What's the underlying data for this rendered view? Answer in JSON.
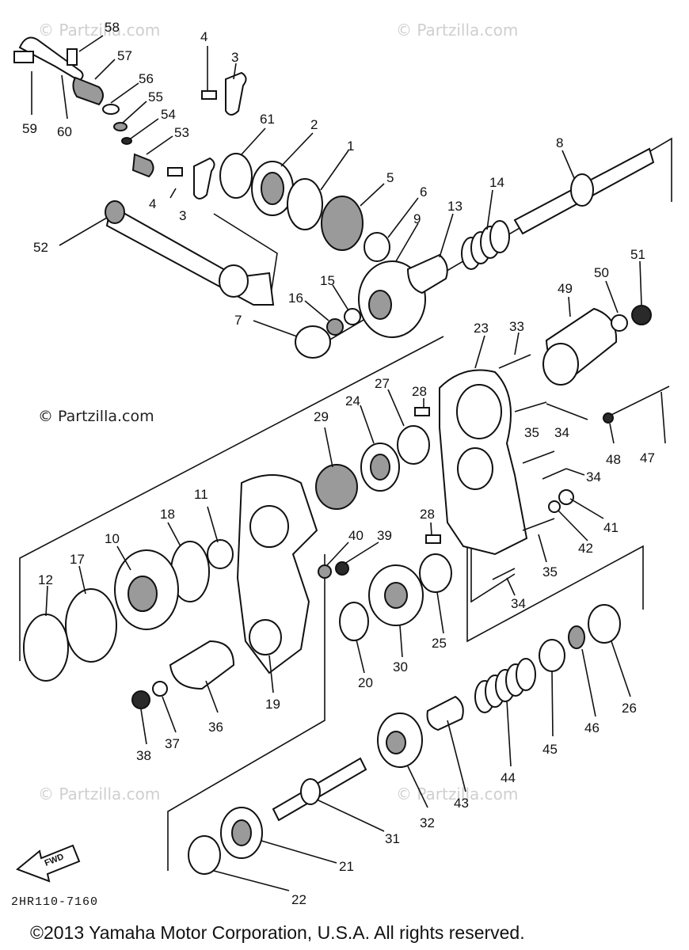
{
  "diagram": {
    "watermarks": [
      "© Partzilla.com",
      "© Partzilla.com",
      "© Partzilla.com",
      "© Partzilla.com",
      "© Partzilla.com"
    ],
    "diagram_code": "2HR110-7160",
    "fwd_label": "FWD",
    "copyright": "©2013 Yamaha Motor Corporation, U.S.A. All rights reserved.",
    "callouts": [
      "58",
      "57",
      "59",
      "60",
      "56",
      "55",
      "54",
      "53",
      "4",
      "3",
      "61",
      "2",
      "1",
      "8",
      "4",
      "3",
      "52",
      "5",
      "6",
      "9",
      "13",
      "14",
      "7",
      "16",
      "15",
      "49",
      "50",
      "51",
      "23",
      "33",
      "27",
      "28",
      "29",
      "24",
      "35",
      "34",
      "48",
      "47",
      "34",
      "11",
      "18",
      "28",
      "40",
      "39",
      "41",
      "42",
      "10",
      "17",
      "12",
      "35",
      "34",
      "25",
      "20",
      "30",
      "19",
      "36",
      "37",
      "38",
      "26",
      "46",
      "45",
      "44",
      "43",
      "32",
      "31",
      "21",
      "22"
    ]
  }
}
